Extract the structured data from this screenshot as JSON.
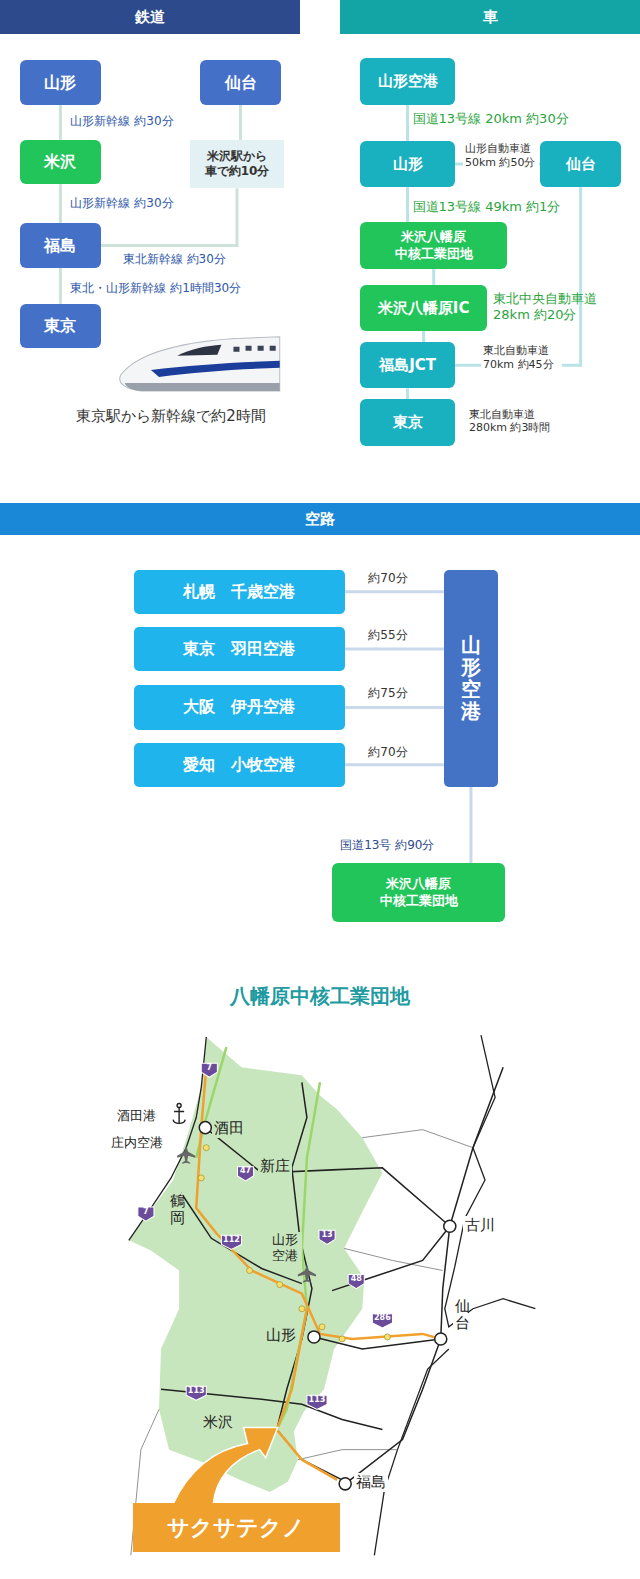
{
  "diagram": {
    "nodes": [
      {
        "text": [
          "鉄道"
        ]
      },
      {
        "text": [
          "山形"
        ]
      },
      {
        "text": [
          "仙台"
        ]
      },
      {
        "text": [
          "米沢"
        ]
      },
      {
        "text": [
          "米沢駅から 車で約10分"
        ]
      },
      {
        "text": [
          "福島"
        ]
      },
      {
        "text": [
          "東京"
        ]
      },
      {
        "text": [
          "車"
        ]
      },
      {
        "text": [
          "山形空港"
        ]
      },
      {
        "text": [
          "山形"
        ]
      },
      {
        "text": [
          "仙台"
        ]
      },
      {
        "text": [
          "米沢八幡原 中核工業団地"
        ]
      },
      {
        "text": [
          "米沢八幡原IC"
        ]
      },
      {
        "text": [
          "福島JCT"
        ]
      },
      {
        "text": [
          "東京"
        ]
      },
      {
        "text": [
          "空路"
        ]
      },
      {
        "text": [
          "札幌　千歳空港"
        ]
      },
      {
        "text": [
          "東京　羽田空港"
        ]
      },
      {
        "text": [
          "大阪　伊丹空港"
        ]
      },
      {
        "text": [
          "愛知　小牧空港"
        ]
      },
      {
        "text": [
          "山形空港"
        ]
      },
      {
        "text": [
          "米沢八幡原 中核工業団地"
        ]
      },
      {
        "text": [
          "サクサテクノ"
        ]
      }
    ],
    "edges": [
      {
        "from": 1,
        "to": 3,
        "arrow": "none",
        "label": "山形新幹線 約30分"
      },
      {
        "from": 3,
        "to": 5,
        "arrow": "none",
        "label": "山形新幹線 約30分"
      },
      {
        "from": 5,
        "to": 6,
        "arrow": "none",
        "label": "東北・山形新幹線 約1時間30分"
      },
      {
        "from": 2,
        "to": 4,
        "arrow": "none"
      },
      {
        "from": 4,
        "to": 5,
        "arrow": "none",
        "label": "東北新幹線 約30分"
      },
      {
        "from": 8,
        "to": 9,
        "arrow": "none",
        "label": "国道13号線 20km 約30分"
      },
      {
        "from": 9,
        "to": 10,
        "arrow": "none",
        "label": "山形自動車道 50km 約50分"
      },
      {
        "from": 9,
        "to": 11,
        "arrow": "none",
        "label": "国道13号線 49km 約1分"
      },
      {
        "from": 11,
        "to": 12,
        "arrow": "none"
      },
      {
        "from": 12,
        "to": 13,
        "arrow": "none",
        "label": "東北中央自動車道 28km 約20分"
      },
      {
        "from": 13,
        "to": 10,
        "arrow": "none",
        "label": "東北自動車道 70km 約45分"
      },
      {
        "from": 13,
        "to": 14,
        "arrow": "none",
        "label": "東北自動車道 280km 約3時間"
      },
      {
        "from": 16,
        "to": 20,
        "arrow": "none",
        "label": "約70分"
      },
      {
        "from": 17,
        "to": 20,
        "arrow": "none",
        "label": "約55分"
      },
      {
        "from": 18,
        "to": 20,
        "arrow": "none",
        "label": "約75分"
      },
      {
        "from": 19,
        "to": 20,
        "arrow": "none",
        "label": "約70分"
      },
      {
        "from": 20,
        "to": 21,
        "arrow": "none",
        "label": "国道13号 約90分"
      }
    ],
    "labels": [
      "東京駅から新幹線で約2時間",
      "八幡原中核工業団地",
      "酒田港",
      "庄内空港",
      "酒田",
      "新庄",
      "鶴岡",
      "古川",
      "山形 空港",
      "山形",
      "仙台",
      "米沢",
      "福島",
      "7",
      "47",
      "7",
      "112",
      "13",
      "48",
      "286",
      "113",
      "113"
    ]
  }
}
